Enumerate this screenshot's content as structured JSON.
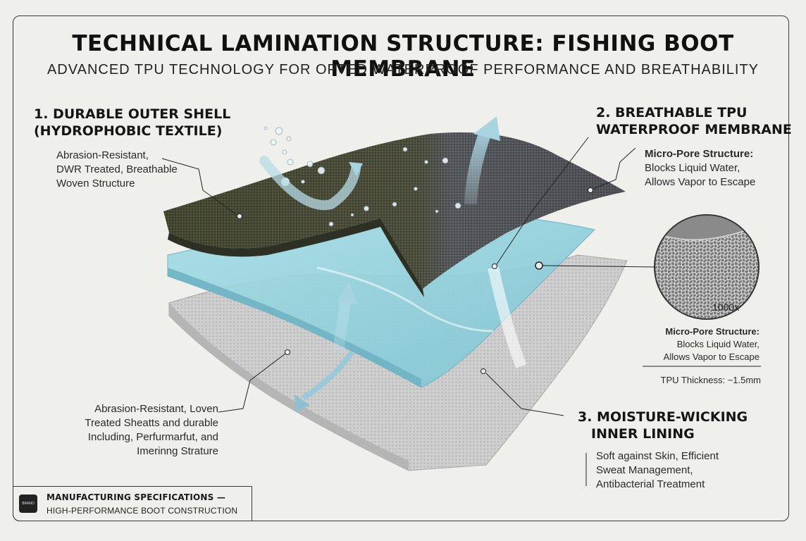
{
  "title": "TECHNICAL LAMINATION STRUCTURE: FISHING BOOT MEMBRANE",
  "subtitle": "ADVANCED TPU TECHNOLOGY FOR OPTED WATERPROOF PERFORMANCE AND BREATHABILITY",
  "layer1": {
    "heading": [
      "1. DURABLE OUTER SHELL",
      "(HYDROPHOBIC TEXTILE)"
    ],
    "desc": [
      "Abrasion-Resistant,",
      "DWR Treated, Breathable",
      "Woven Structure"
    ]
  },
  "layer2": {
    "heading": [
      "2. BREATHABLE TPU",
      "WATERPROOF MEMBRANE"
    ],
    "desc_title": "Micro-Pore Structure:",
    "desc": [
      "Blocks Liquid Water,",
      "Allows Vapor to Escape"
    ]
  },
  "zoom": {
    "magnification": "1000x",
    "desc_title": "Micro-Pore Structure:",
    "desc": [
      "Blocks Liquid Water,",
      "Allows Vapor to Escape"
    ],
    "thickness": "TPU Thickness: ~1.5mm"
  },
  "layer3": {
    "heading": [
      "3. MOISTURE-WICKING",
      "INNER LINING"
    ],
    "desc": [
      "Soft against Skin, Efficient",
      "Sweat Management,",
      "Antibacterial Treatment"
    ]
  },
  "left_note": {
    "desc": [
      "Abrasion-Resistant, Loven",
      "Treated Sheatts and durable",
      "Including, Perfurmarfut, and",
      "Imerinng Strature"
    ]
  },
  "footer": {
    "logo_text": "BRAND",
    "line1": "MANUFACTURING SPECIFICATIONS —",
    "line2": "HIGH-PERFORMANCE BOOT CONSTRUCTION"
  },
  "colors": {
    "outer_shell": "#4a4d3a",
    "outer_shell_dark": "#55575a",
    "membrane": "#8fd0dc",
    "lining": "#c9c9c9",
    "arrow": "#b8dbe6"
  }
}
